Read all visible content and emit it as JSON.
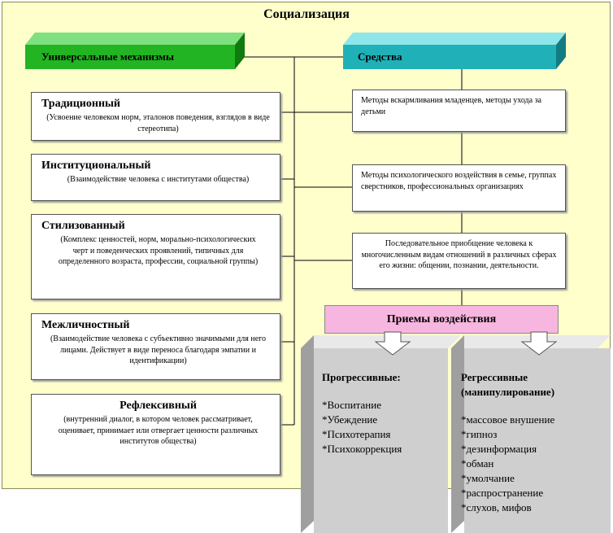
{
  "title": "Социализация",
  "left_header": "Универсальные механизмы",
  "right_header": "Средства",
  "mechanisms": [
    {
      "title": "Традиционный",
      "desc": "(Усвоение человеком норм, эталонов поведения, взглядов в виде стереотипа)"
    },
    {
      "title": "Институциональный",
      "desc": "(Взаимодействие человека с институтами общества)"
    },
    {
      "title": "Стилизованный",
      "desc": "(Комплекс ценностей, норм, морально-психологических черт и поведенческих проявлений, типичных для определенного возраста, профессии, социальной группы)"
    },
    {
      "title": "Межличностный",
      "desc": "(Взаимодействие человека с субъективно значимыми для него лицами. Действует в виде переноса благодаря эмпатии и идентификации)"
    },
    {
      "title": "Рефлексивный",
      "desc": "(внутренний диалог, в котором человек рассматривает, оценивает, принимает или отвергает ценности различных институтов общества)"
    }
  ],
  "means": [
    "Методы вскармливания младенцев, методы ухода за детьми",
    "Методы психологического воздействия в семье, группах сверстников, профессиональных организациях",
    "Последовательное приобщение человека к многочисленным видам отношений в различных сферах его жизни: общении, познании, деятельности."
  ],
  "techniques_header": "Приемы воздействия",
  "progressive": {
    "heading": "Прогрессивные:",
    "items": [
      "*Воспитание",
      "*Убеждение",
      "*Психотерапия",
      "*Психокоррекция"
    ]
  },
  "regressive": {
    "heading_line1": "Регрессивные",
    "heading_line2": "(манипулирование)",
    "items": [
      "*массовое внушение",
      "*гипноз",
      "*дезинформация",
      "*обман",
      "*умолчание",
      "*распространение",
      "*слухов,  мифов"
    ]
  },
  "colors": {
    "background": "#ffffcc",
    "green_header": "#22b422",
    "cyan_header": "#20b0b8",
    "pink_header": "#f7b6e0",
    "gray_panel": "#cfcfcf"
  }
}
